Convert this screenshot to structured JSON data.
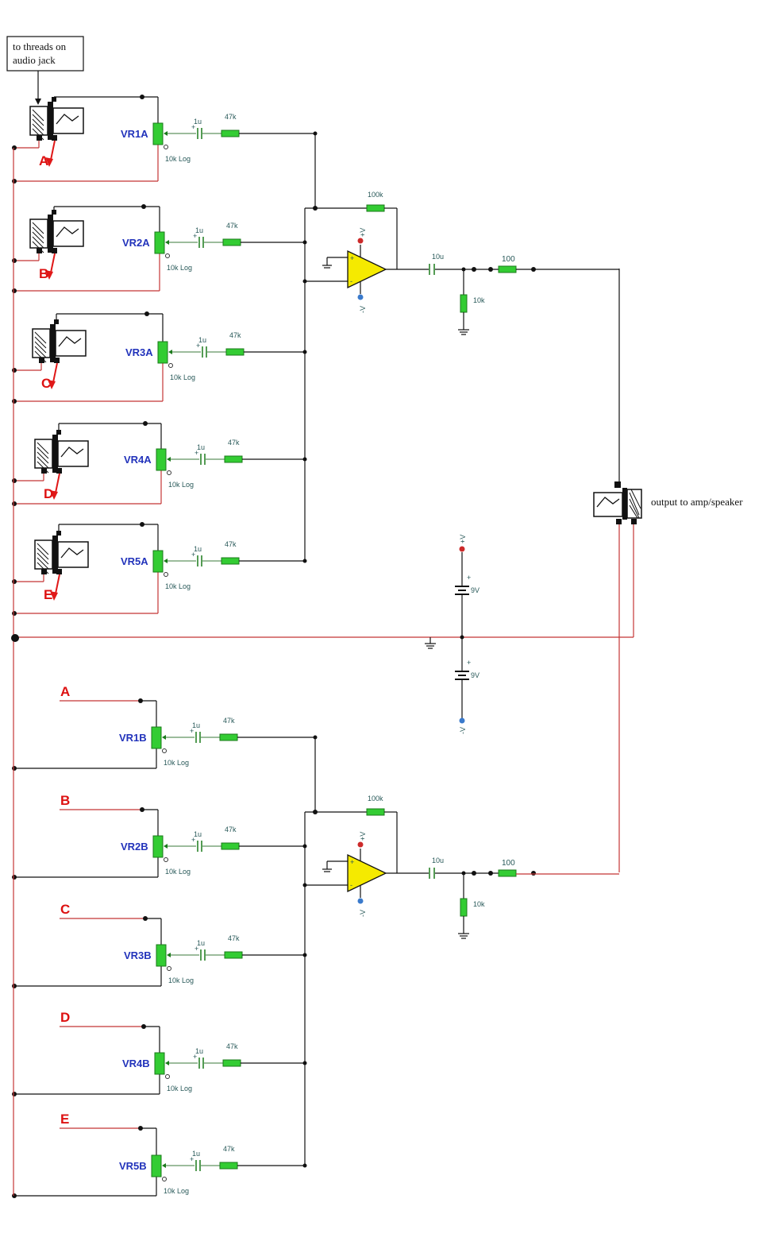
{
  "annotation_box": "to threads on audio jack",
  "output_label": "output to amp/speaker",
  "resistor_labels": {
    "series": "47k",
    "feedback": "100k",
    "output": "100",
    "pulldown": "10k"
  },
  "cap_labels": {
    "input": "1u",
    "output": "10u"
  },
  "pot_taper": "10k Log",
  "supply": {
    "voltage": "9V",
    "pos": "+V",
    "neg": "-V"
  },
  "channels_a": [
    {
      "pot": "VR1A",
      "letter": "A"
    },
    {
      "pot": "VR2A",
      "letter": "B"
    },
    {
      "pot": "VR3A",
      "letter": "C"
    },
    {
      "pot": "VR4A",
      "letter": "D"
    },
    {
      "pot": "VR5A",
      "letter": "E"
    }
  ],
  "channels_b": [
    {
      "pot": "VR1B",
      "letter": "A"
    },
    {
      "pot": "VR2B",
      "letter": "B"
    },
    {
      "pot": "VR3B",
      "letter": "C"
    },
    {
      "pot": "VR4B",
      "letter": "D"
    },
    {
      "pot": "VR5B",
      "letter": "E"
    }
  ],
  "colors": {
    "wire": "#111111",
    "ground_wire": "#c43535",
    "component": "#33cc33",
    "opamp": "#f5ea00",
    "pot_label": "#2233bb",
    "channel_label": "#dd1111"
  }
}
